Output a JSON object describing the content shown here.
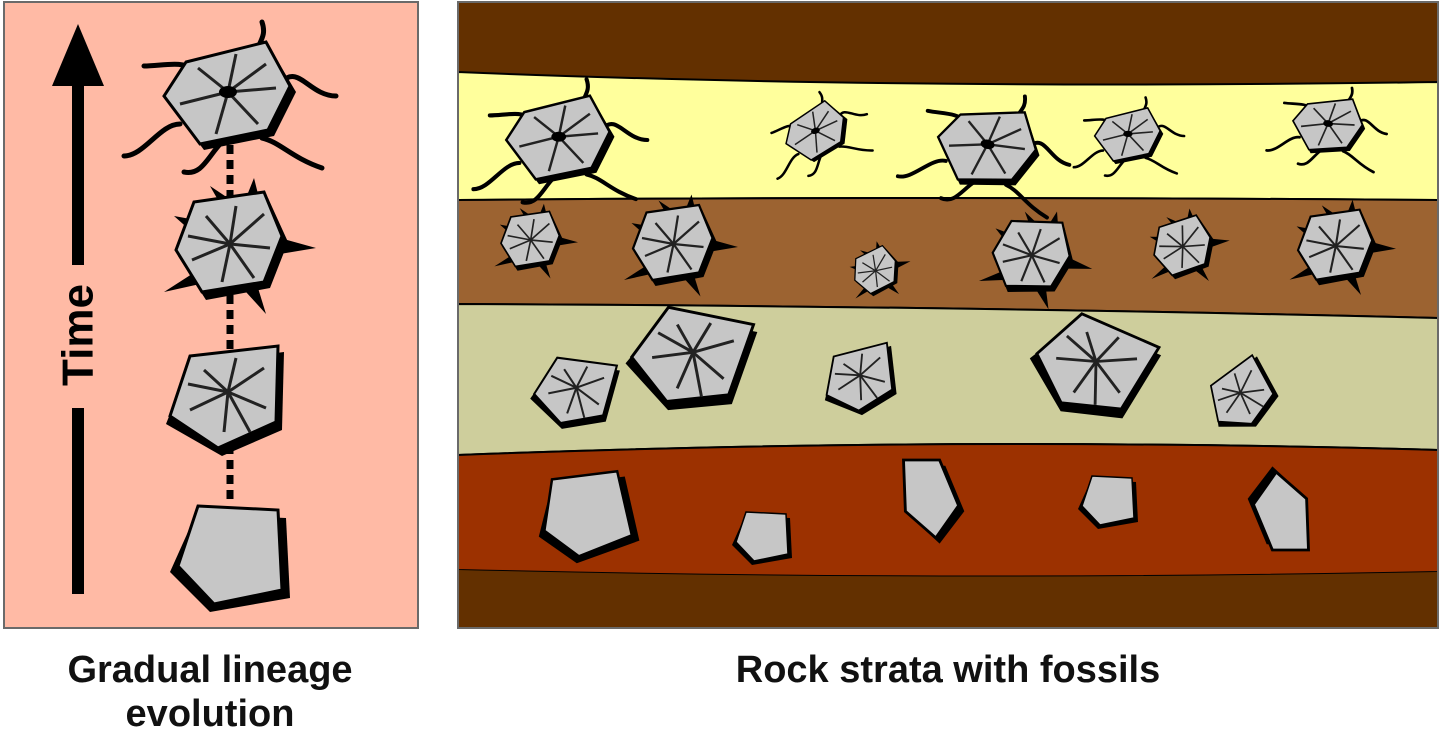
{
  "left_panel": {
    "axis_label": "Time",
    "caption_line1": "Gradual lineage",
    "caption_line2": "evolution"
  },
  "right_panel": {
    "caption": "Rock strata with fossils",
    "layers": [
      {
        "name": "top-dark-layer",
        "color": "#633000"
      },
      {
        "name": "yellow-layer",
        "color": "#ffff9c"
      },
      {
        "name": "brown-layer",
        "color": "#9c6331"
      },
      {
        "name": "khaki-layer",
        "color": "#cece9c"
      },
      {
        "name": "red-brown-layer",
        "color": "#9c3100"
      },
      {
        "name": "bottom-dark-layer",
        "color": "#633000"
      }
    ]
  },
  "colors": {
    "left_background": "#ffbaa5",
    "fossil_fill": "#c6c6c6",
    "outline": "#000000"
  }
}
